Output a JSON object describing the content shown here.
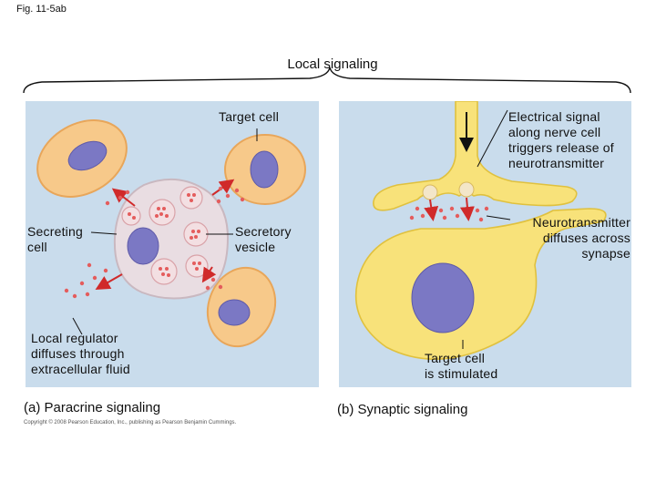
{
  "figure_label": "Fig. 11-5ab",
  "title": "Local signaling",
  "panel_a": {
    "caption": "(a) Paracrine signaling",
    "labels": {
      "target_cell": "Target cell",
      "secreting_cell": [
        "Secreting",
        "cell"
      ],
      "secretory_vesicle": [
        "Secretory",
        "vesicle"
      ],
      "local_regulator": [
        "Local regulator",
        "diffuses through",
        "extracellular fluid"
      ]
    }
  },
  "panel_b": {
    "caption": "(b) Synaptic signaling",
    "labels": {
      "electrical_signal": [
        "Electrical signal",
        "along nerve cell",
        "triggers release of",
        "neurotransmitter"
      ],
      "neurotransmitter": [
        "Neurotransmitter",
        "diffuses across",
        "synapse"
      ],
      "target_stimulated": [
        "Target cell",
        "is stimulated"
      ]
    }
  },
  "copyright": "Copyright © 2008 Pearson Education, Inc., publishing as Pearson Benjamin Cummings.",
  "colors": {
    "panel_bg": "#c9dcec",
    "cell_fill": "#f7c98a",
    "cell_edge": "#e8a65a",
    "nucleus": "#7b78c4",
    "secreting_cell_fill": "#e9dde2",
    "neuron_fill": "#f8e27a",
    "arrow": "#d02a2a",
    "molecule": "#e45c5c"
  }
}
